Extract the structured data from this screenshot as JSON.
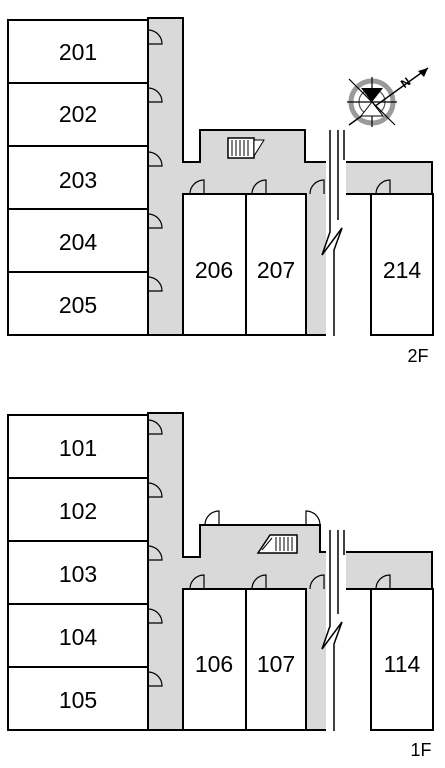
{
  "floors": {
    "second": {
      "label": "2F",
      "left_units": [
        "201",
        "202",
        "203",
        "204",
        "205"
      ],
      "bottom_units": [
        "206",
        "207",
        "214"
      ]
    },
    "first": {
      "label": "1F",
      "left_units": [
        "101",
        "102",
        "103",
        "104",
        "105"
      ],
      "bottom_units": [
        "106",
        "107",
        "114"
      ]
    }
  },
  "compass": {
    "north_label": "N",
    "icon": "compass-rose-icon"
  },
  "colors": {
    "corridor": "#d9d9d9",
    "wall": "#000000",
    "compass_ring": "#9a9a9a"
  }
}
